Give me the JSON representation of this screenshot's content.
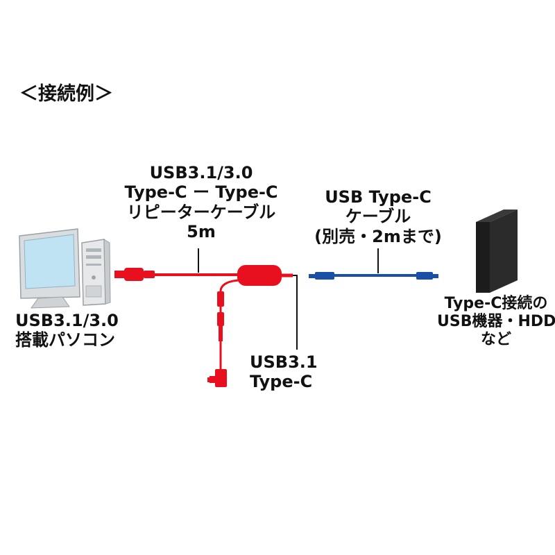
{
  "title": "＜接続例＞",
  "labels": {
    "pc": [
      "USB3.1/3.0",
      "搭載パソコン"
    ],
    "repeater_cable": [
      "USB3.1/3.0",
      "Type-C ー Type-C",
      "リピーターケーブル",
      "5m"
    ],
    "typec_cable": [
      "USB Type-C",
      "ケーブル",
      "(別売・2mまで)"
    ],
    "device": [
      "Type-C接続の",
      "USB機器・HDD",
      "など"
    ],
    "usb31": [
      "USB3.1",
      "Type-C"
    ]
  },
  "colors": {
    "repeater_cable": "#e8101e",
    "typec_cable": "#1a4fa8",
    "leader_line": "#111111",
    "device": "#1c1c1c"
  }
}
